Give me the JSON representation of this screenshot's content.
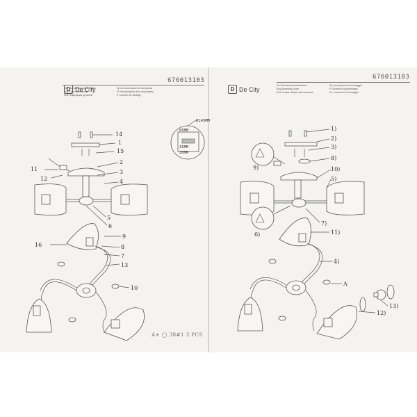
{
  "left_panel": {
    "brand": "De City",
    "code": "676013103",
    "legend_col1": [
      "Ger Nummerierung der Teile",
      "Eng Parts numbering",
      "Rus Нумерация деталей"
    ],
    "legend_col2": [
      "Sp La numeración de las piezas",
      "Fr Numérotation des composants",
      "It I numeri dei dettagli"
    ],
    "callouts": [
      "1",
      "2",
      "3",
      "4",
      "5",
      "6",
      "7",
      "8",
      "9",
      "10",
      "11",
      "12",
      "13",
      "14",
      "15",
      "16"
    ],
    "dimension_note": {
      "diameter": "Ø145MM",
      "a": "65MM",
      "b": "15MM",
      "c": "20MM"
    },
    "footer": "A+ ◯ 38#1   3 PCS"
  },
  "right_panel": {
    "brand": "De City",
    "code": "676013103",
    "legend_col1": [
      "Ger Zusammenbauschema",
      "Eng Assembly chart",
      "Rus Схема сборки светильника"
    ],
    "legend_col2": [
      "Sp La esquema di montaggio",
      "Fr Schéma d'assemblage",
      "It Lo schema di montaggio"
    ],
    "callouts": [
      "1)",
      "2)",
      "3)",
      "4)",
      "5)",
      "6)",
      "7)",
      "8)",
      "9)",
      "10)",
      "11)",
      "12)",
      "13)",
      "A"
    ]
  }
}
